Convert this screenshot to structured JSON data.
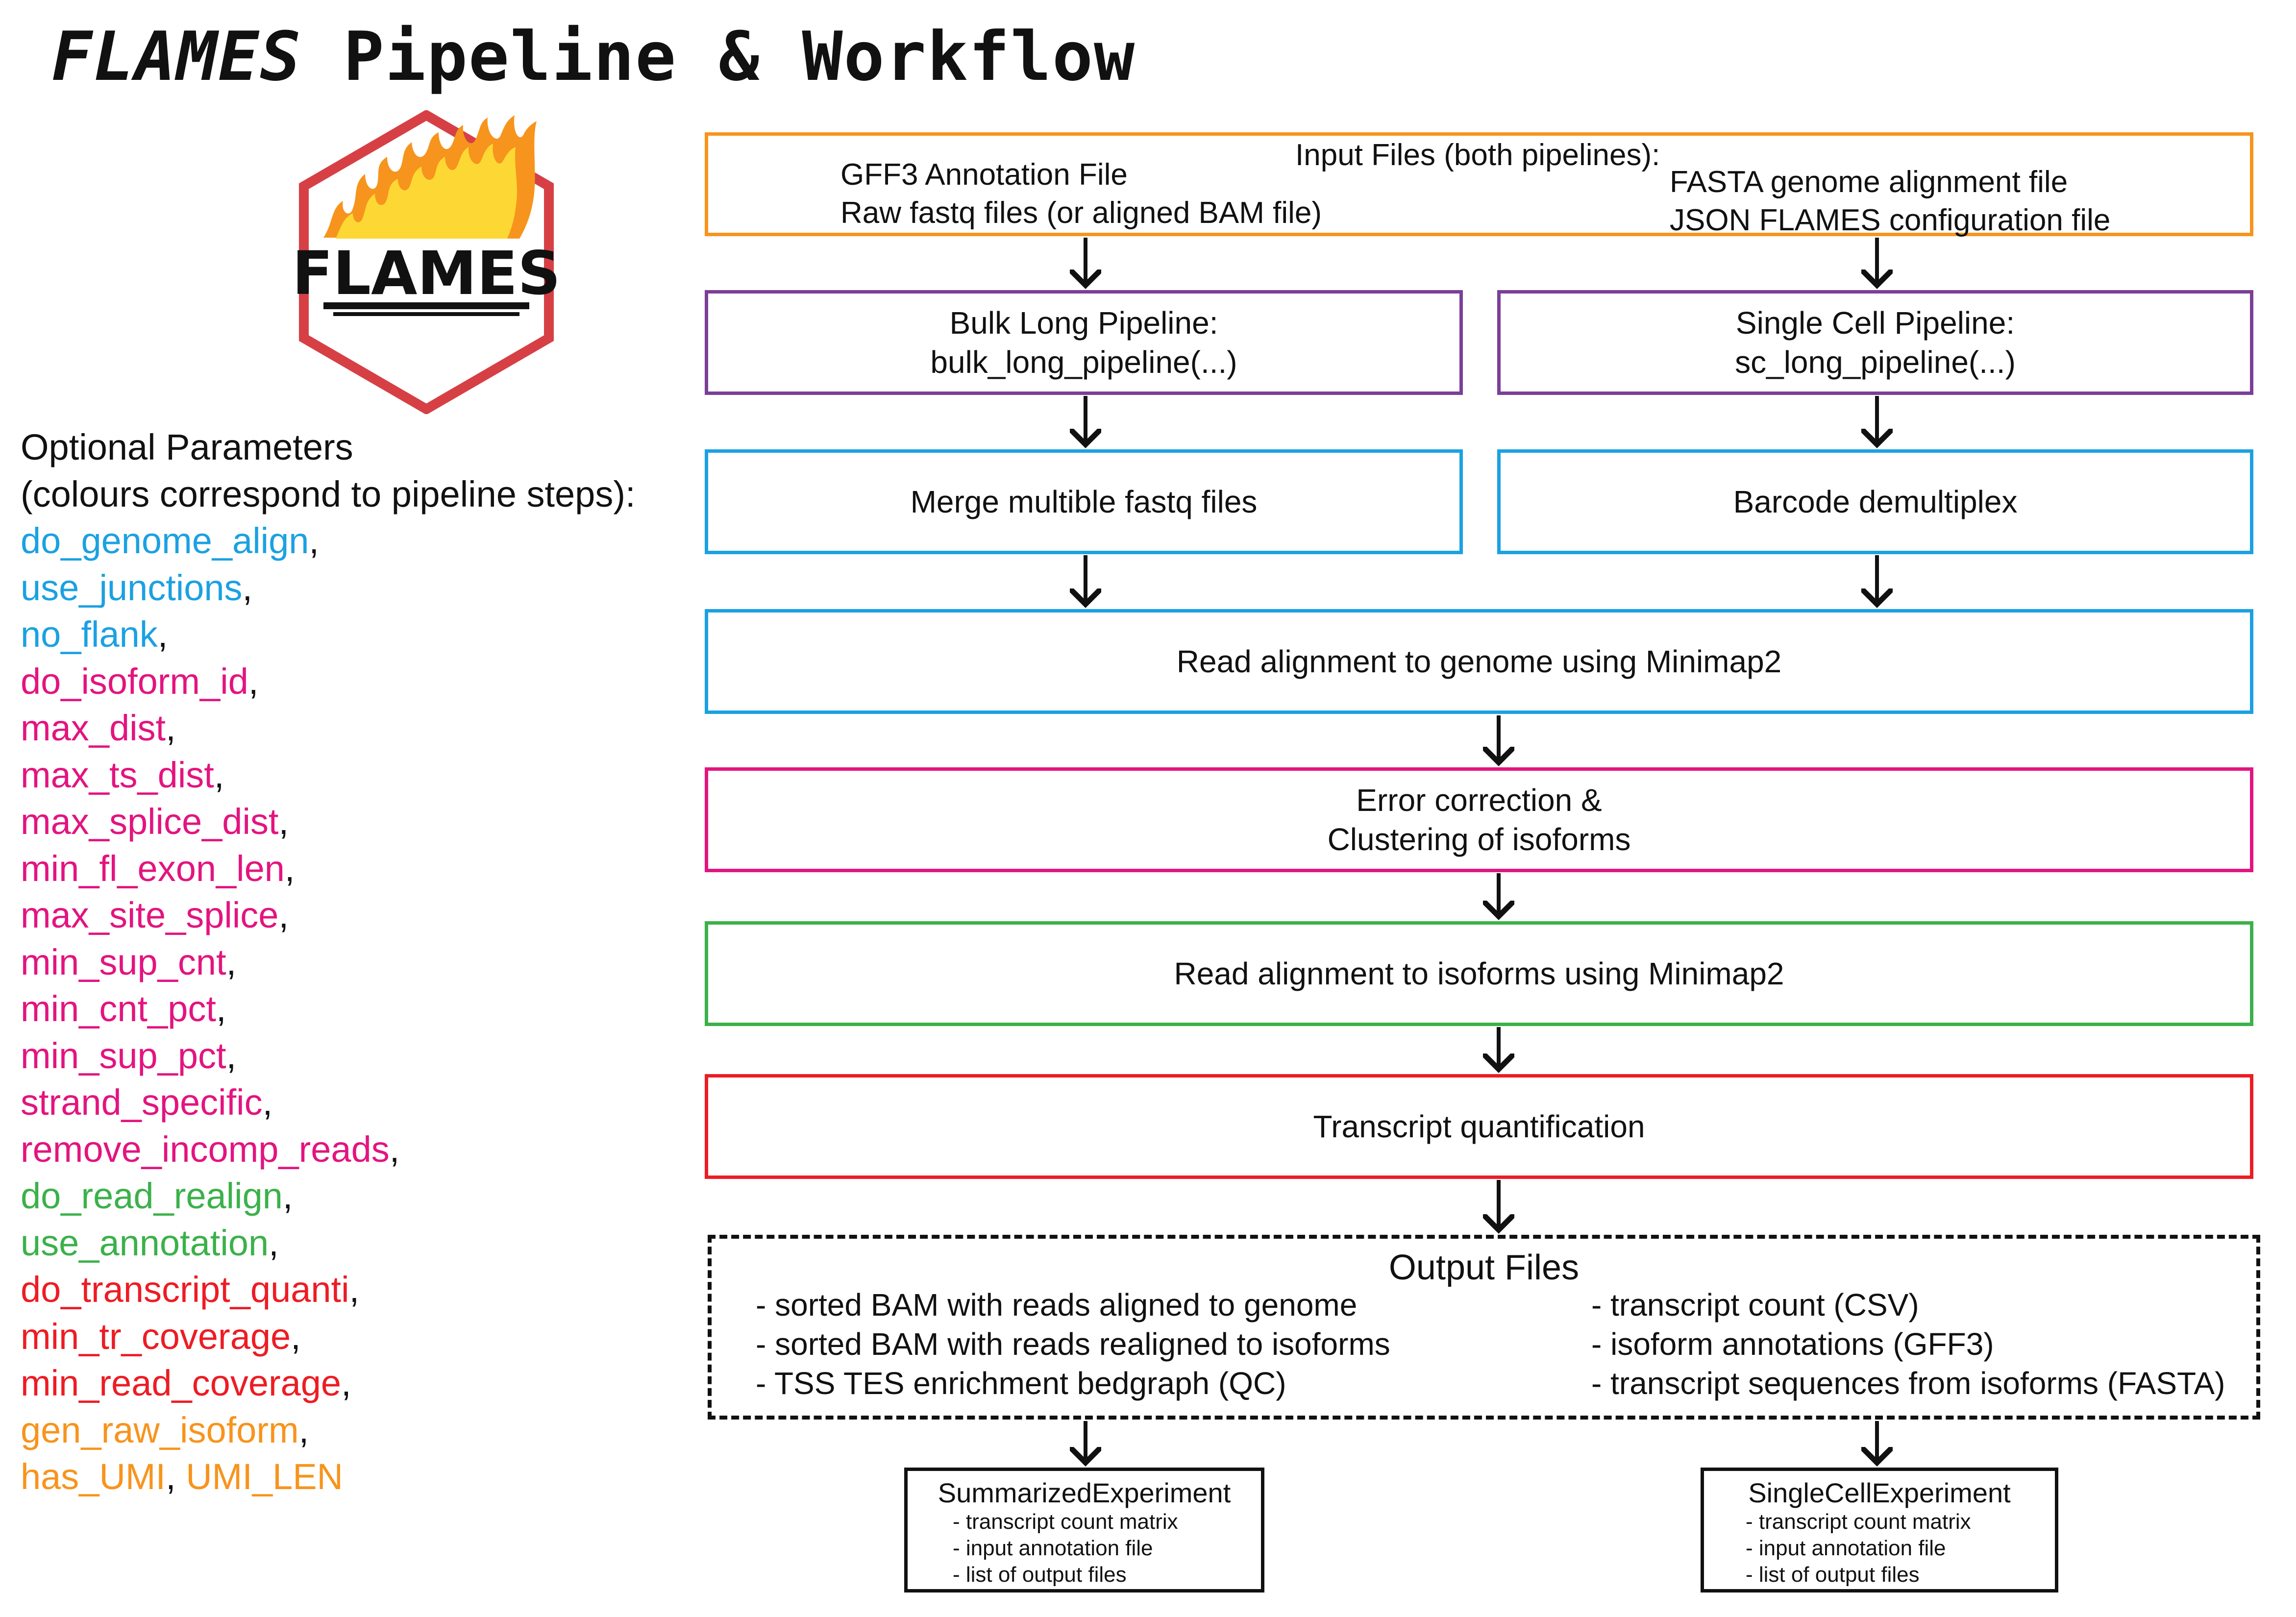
{
  "title": {
    "part1": "FLAMES",
    "part2": " Pipeline & Workflow"
  },
  "logo": {
    "text": "FLAMES"
  },
  "params": {
    "heading": [
      "Optional Parameters",
      "(colours correspond to pipeline steps):"
    ],
    "items": [
      [
        {
          "text": "do_genome_align",
          "color": "#1ba1e2"
        }
      ],
      [
        {
          "text": "use_junctions",
          "color": "#1ba1e2"
        }
      ],
      [
        {
          "text": "no_flank",
          "color": "#1ba1e2"
        }
      ],
      [
        {
          "text": "do_isoform_id",
          "color": "#e3147f"
        }
      ],
      [
        {
          "text": "max_dist",
          "color": "#e3147f"
        }
      ],
      [
        {
          "text": "max_ts_dist",
          "color": "#e3147f"
        }
      ],
      [
        {
          "text": "max_splice_dist",
          "color": "#e3147f"
        }
      ],
      [
        {
          "text": "min_fl_exon_len",
          "color": "#e3147f"
        }
      ],
      [
        {
          "text": "max_site_splice",
          "color": "#e3147f"
        }
      ],
      [
        {
          "text": "min_sup_cnt",
          "color": "#e3147f"
        }
      ],
      [
        {
          "text": "min_cnt_pct",
          "color": "#e3147f"
        }
      ],
      [
        {
          "text": "min_sup_pct",
          "color": "#e3147f"
        }
      ],
      [
        {
          "text": "strand_specific",
          "color": "#e3147f"
        }
      ],
      [
        {
          "text": "remove_incomp_reads",
          "color": "#e3147f"
        }
      ],
      [
        {
          "text": "do_read_realign",
          "color": "#3bb14a"
        }
      ],
      [
        {
          "text": "use_annotation",
          "color": "#3bb14a"
        }
      ],
      [
        {
          "text": "do_transcript_quanti",
          "color": "#ed1c24"
        }
      ],
      [
        {
          "text": "min_tr_coverage",
          "color": "#ed1c24"
        }
      ],
      [
        {
          "text": "min_read_coverage",
          "color": "#ed1c24"
        }
      ],
      [
        {
          "text": "gen_raw_isoform",
          "color": "#f7941d"
        }
      ],
      [
        {
          "text": "has_UMI",
          "color": "#f7941d"
        },
        {
          "text": "UMI_LEN",
          "color": "#f7941d"
        }
      ]
    ],
    "separator": ","
  },
  "input": {
    "heading": "Input Files (both pipelines):",
    "left": [
      "GFF3 Annotation File",
      "Raw fastq files (or aligned BAM file)"
    ],
    "right": [
      "FASTA genome alignment file",
      "JSON FLAMES configuration file"
    ]
  },
  "bulk": {
    "line1": "Bulk Long Pipeline:",
    "line2": "bulk_long_pipeline(...)"
  },
  "sc": {
    "line1": "Single Cell Pipeline:",
    "line2": "sc_long_pipeline(...)"
  },
  "merge": "Merge multible fastq files",
  "barcode": "Barcode demultiplex",
  "align_genome": "Read alignment to genome using Minimap2",
  "error": {
    "line1": "Error correction &",
    "line2": "Clustering of isoforms"
  },
  "align_iso": "Read alignment to isoforms using Minimap2",
  "quant": "Transcript quantification",
  "output": {
    "heading": "Output Files",
    "left": [
      "- sorted BAM with reads aligned to genome",
      "- sorted BAM with reads realigned to isoforms",
      "- TSS TES enrichment bedgraph (QC)"
    ],
    "right": [
      "- transcript count (CSV)",
      "- isoform annotations (GFF3)",
      "- transcript sequences from isoforms (FASTA)"
    ]
  },
  "se": {
    "title": "SummarizedExperiment",
    "items": [
      "- transcript count matrix",
      "- input annotation file",
      "- list of output files"
    ]
  },
  "sce": {
    "title": "SingleCellExperiment",
    "items": [
      "- transcript count matrix",
      "- input annotation file",
      "- list of output files"
    ]
  },
  "colors": {
    "orange": "#f7941d",
    "purple": "#7b3f98",
    "blue": "#1ba1e2",
    "magenta": "#e3147f",
    "green": "#3bb14a",
    "red": "#ed1c24",
    "logo_hex": "#d64045"
  }
}
